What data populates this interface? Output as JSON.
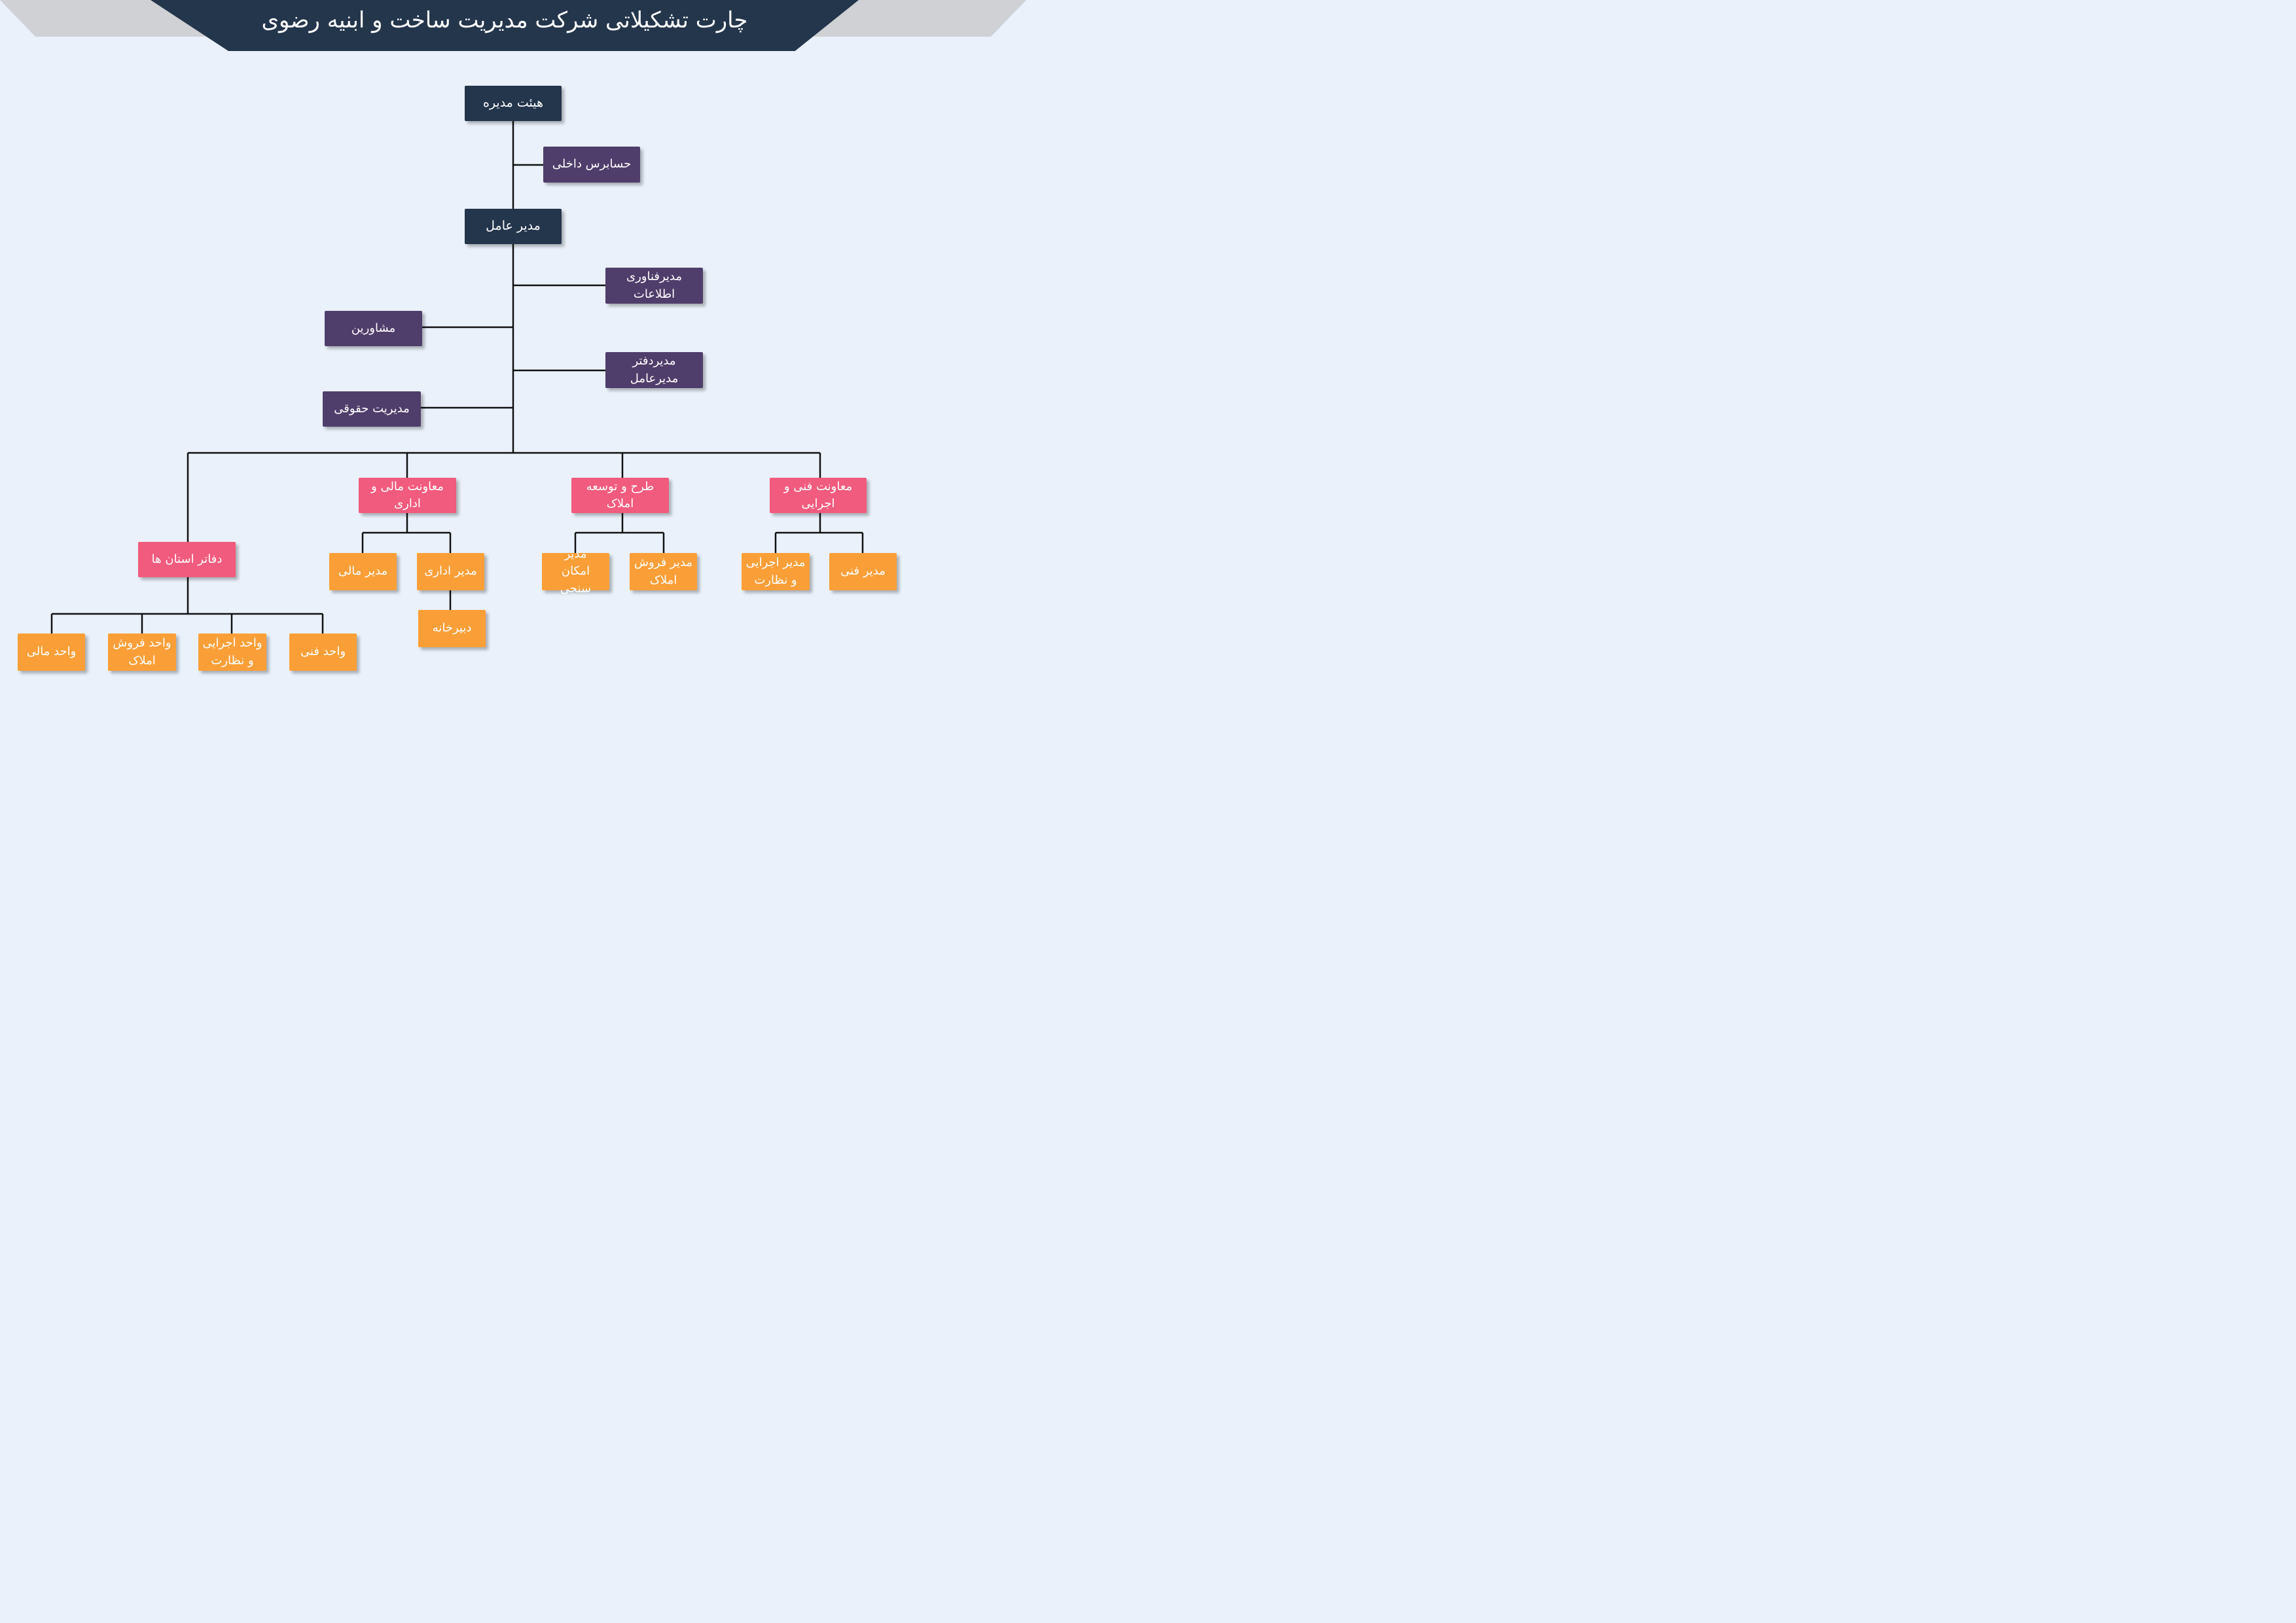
{
  "title": "چارت تشکیلاتی شرکت مدیریت ساخت و ابنیه رضوی",
  "colors": {
    "background": "#eaf1fa",
    "header": "#24364c",
    "header_side": "#cfd1d4",
    "top_level": "#24364c",
    "staff": "#4f3e6b",
    "deputy": "#f15b7e",
    "unit": "#fa9f38",
    "line": "#111111"
  },
  "nodes": {
    "board": "هیئت مدیره",
    "internal_auditor": "حسابرس داخلی",
    "ceo": "مدیر عامل",
    "it_manager": "مدیرفناوری\nاطلاعات",
    "advisors": "مشاورین",
    "ceo_office": "مدیردفتر\nمدیرعامل",
    "legal": "مدیریت حقوقی",
    "provincial_offices": "دفاتر استان ها",
    "finance_admin_deputy": "معاونت مالی و\nاداری",
    "property_development": "طرح و توسعه\nاملاک",
    "technical_deputy": "معاونت فنی و\nاجرایی",
    "financial_manager": "مدیر مالی",
    "admin_manager": "مدیر اداری",
    "secretariat": "دبیرخانه",
    "feasibility_manager": "مدیر\nامکان سنجی",
    "property_sales_manager": "مدیر فروش\nاملاک",
    "execution_manager": "مدیر اجرایی\nو نظارت",
    "technical_manager": "مدیر فنی",
    "unit_finance": "واحد مالی",
    "unit_property_sales": "واحد فروش\nاملاک",
    "unit_execution": "واحد اجرایی\nو نظارت",
    "unit_technical": "واحد فنی"
  }
}
